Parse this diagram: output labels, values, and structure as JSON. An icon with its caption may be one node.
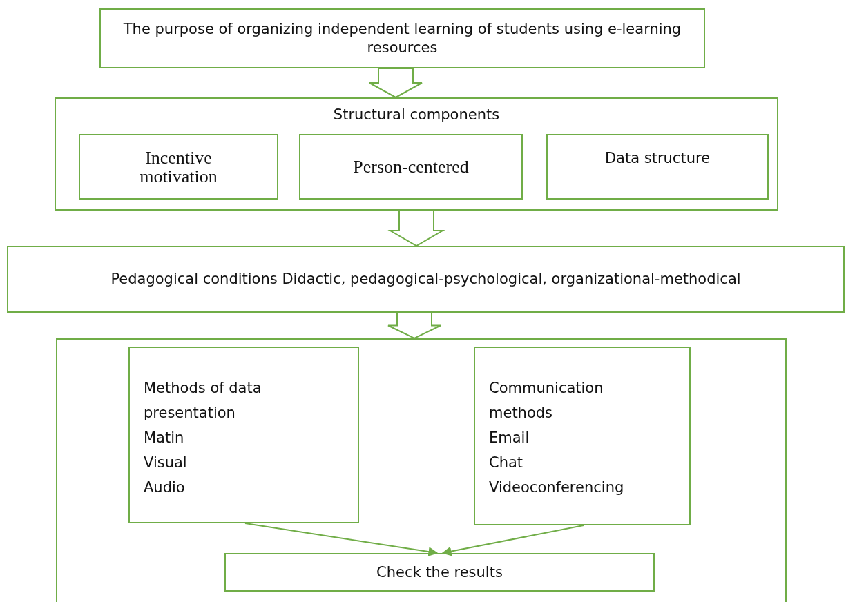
{
  "diagram": {
    "nodes": [
      {
        "text": [
          "The purpose of organizing independent learning of students using e-learning resources"
        ]
      },
      {
        "text": [
          "Structural components"
        ]
      },
      {
        "text": [
          "Incentive motivation"
        ],
        "in": 1
      },
      {
        "text": [
          "Person-centered"
        ],
        "in": 1
      },
      {
        "text": [
          "Data structure"
        ],
        "in": 1
      },
      {
        "text": [
          "Pedagogical conditions Didactic, pedagogical-psychological, organizational-methodical"
        ]
      },
      {
        "text": [],
        "shape": "box"
      },
      {
        "text": [
          "Methods of data presentation",
          "Matin",
          "Visual",
          "Audio"
        ],
        "in": 6
      },
      {
        "text": [
          "Communication methods",
          "Email",
          "Chat",
          "Videoconferencing"
        ],
        "in": 6
      },
      {
        "text": [
          "Check the results"
        ],
        "in": 6
      }
    ],
    "edges": [
      {
        "from": 0,
        "to": 1,
        "arrow": "to",
        "style": "thick"
      },
      {
        "from": 1,
        "to": 5,
        "arrow": "to",
        "style": "thick"
      },
      {
        "from": 5,
        "to": 6,
        "arrow": "to",
        "style": "thick"
      },
      {
        "from": 7,
        "to": 9,
        "arrow": "to"
      },
      {
        "from": 8,
        "to": 9,
        "arrow": "to"
      }
    ]
  }
}
